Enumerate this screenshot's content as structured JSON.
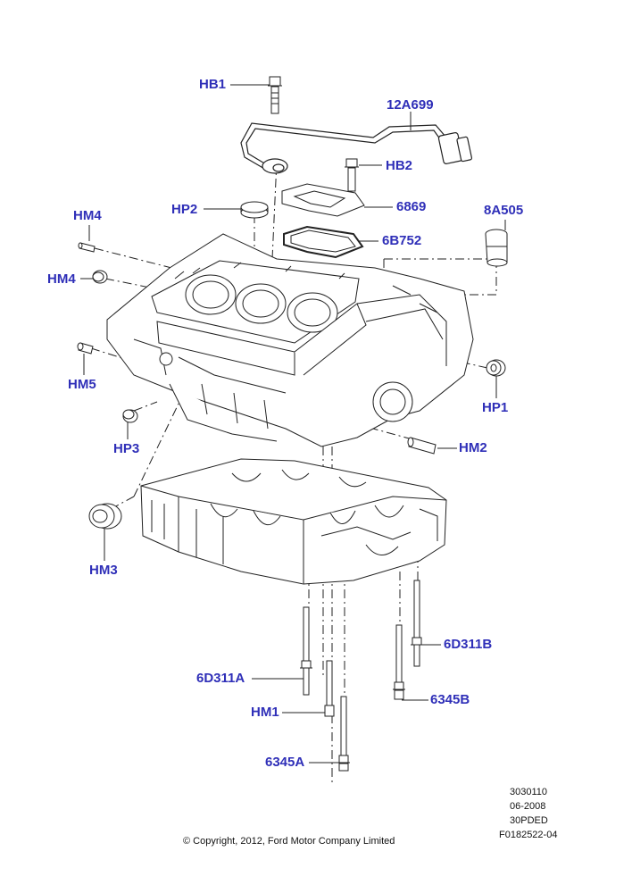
{
  "callouts": {
    "hb1": "HB1",
    "p12a699": "12A699",
    "hb2": "HB2",
    "hp2": "HP2",
    "p6869": "6869",
    "hm4_top": "HM4",
    "p8a505": "8A505",
    "p6b752": "6B752",
    "hm4_side": "HM4",
    "hm5": "HM5",
    "hp1": "HP1",
    "hp3": "HP3",
    "hm2": "HM2",
    "hm3": "HM3",
    "p6d311b": "6D311B",
    "p6d311a": "6D311A",
    "hm1": "HM1",
    "p6345b": "6345B",
    "p6345a": "6345A"
  },
  "meta": {
    "code1": "3030110",
    "date": "06-2008",
    "code2": "30PDED",
    "code3": "F0182522-04",
    "copyright": "© Copyright, 2012, Ford Motor Company Limited"
  },
  "colors": {
    "callout": "#2f2fb8",
    "line": "#222222",
    "fill": "#ffffff"
  }
}
